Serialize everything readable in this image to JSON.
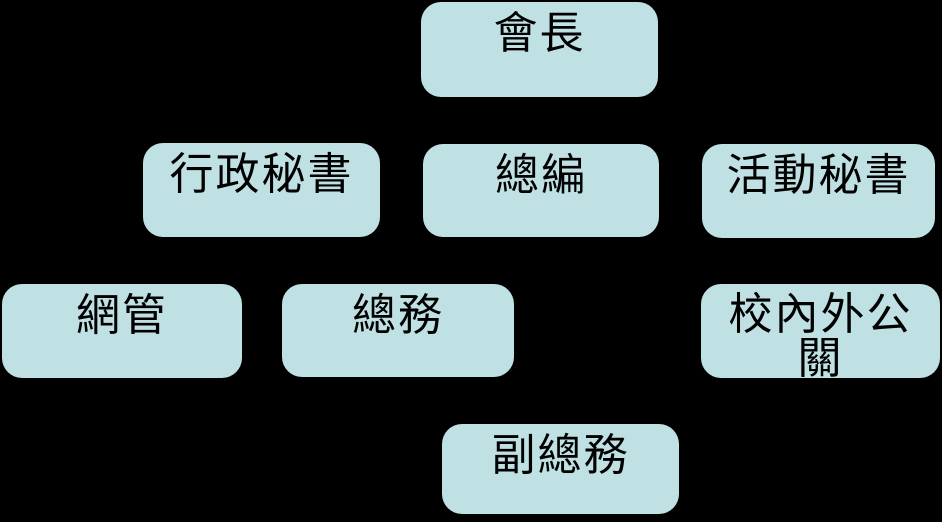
{
  "diagram": {
    "type": "org-chart",
    "background": "#000000",
    "node_fill": "#bfe1e4",
    "node_text_color": "#000000",
    "nodes": [
      {
        "id": "president",
        "label": "會長",
        "row": 1
      },
      {
        "id": "administrative-secretary",
        "label": "行政秘書",
        "row": 2
      },
      {
        "id": "editor-in-chief",
        "label": "總編",
        "row": 2
      },
      {
        "id": "activity-secretary",
        "label": "活動秘書",
        "row": 2
      },
      {
        "id": "network-admin",
        "label": "網管",
        "row": 3
      },
      {
        "id": "general-affairs",
        "label": "總務",
        "row": 3
      },
      {
        "id": "internal-external-pr",
        "label": "校內外公關",
        "row": 3
      },
      {
        "id": "deputy-general-affairs",
        "label": "副總務",
        "row": 4
      }
    ]
  }
}
